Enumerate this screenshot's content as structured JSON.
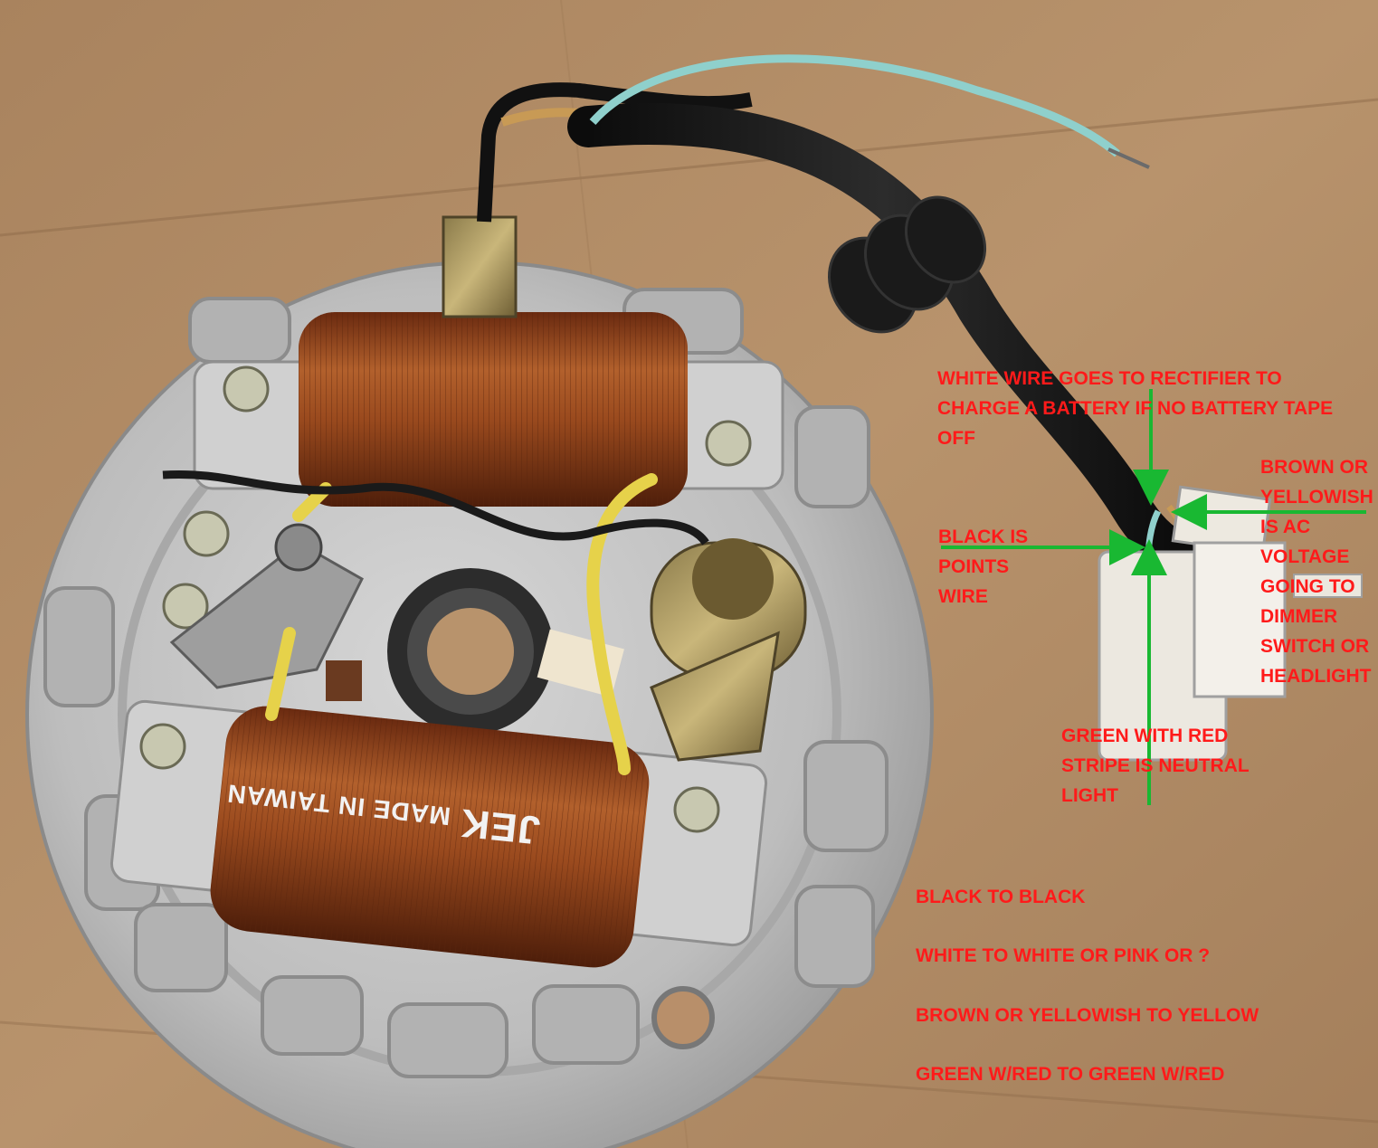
{
  "annotations": {
    "white_wire": "WHITE WIRE GOES TO RECTIFIER TO\nCHARGE A BATTERY IF NO BATTERY TAPE\nOFF",
    "brown_wire": "BROWN OR\nYELLOWISH\nIS AC\nVOLTAGE\nGOING TO\nDIMMER\nSWITCH OR\nHEADLIGHT",
    "black_wire": "BLACK IS\nPOINTS\nWIRE",
    "green_wire": "GREEN WITH RED\nSTRIPE IS NEUTRAL\nLIGHT"
  },
  "connections": [
    "BLACK TO BLACK",
    "WHITE TO WHITE OR PINK OR ?",
    "BROWN OR YELLOWISH TO YELLOW",
    "GREEN W/RED TO GREEN W/RED"
  ],
  "coil_label": {
    "brand": "JEK",
    "text": "MADE IN TAIWAN"
  },
  "colors": {
    "annotation_text": "#ff1a1a",
    "arrow": "#19b832",
    "cardboard": "#b08b66",
    "copper": "#9a4a1e",
    "plate": "#c4c4c4"
  }
}
